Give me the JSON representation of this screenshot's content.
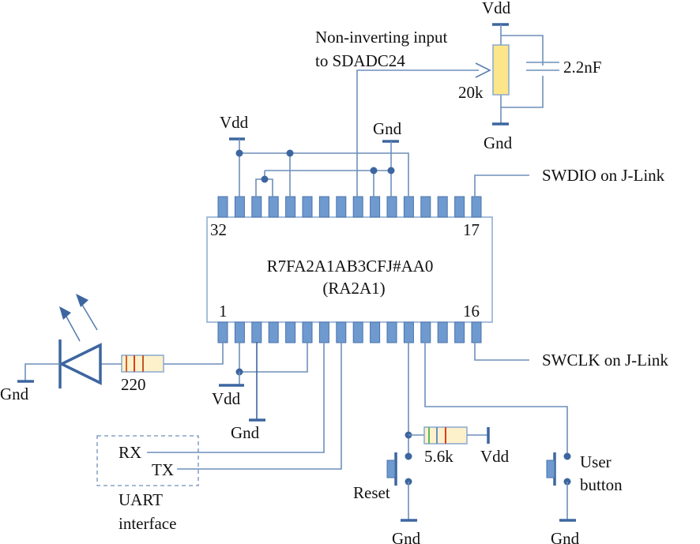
{
  "chip": {
    "part_number": "R7FA2A1AB3CFJ#AA0",
    "family": "(RA2A1)",
    "pin_labels": {
      "top_left": "32",
      "top_right": "17",
      "bottom_left": "1",
      "bottom_right": "16"
    },
    "pins_per_side": 16
  },
  "labels": {
    "non_inverting_line1": "Non-inverting input",
    "non_inverting_line2": "to SDADC24",
    "pot_value": "20k",
    "cap_value": "2.2nF",
    "swdio": "SWDIO on J-Link",
    "swclk": "SWCLK on J-Link",
    "led_resistor": "220",
    "reset_resistor": "5.6k",
    "uart_rx": "RX",
    "uart_tx": "TX",
    "uart_line1": "UART",
    "uart_line2": "interface",
    "reset": "Reset",
    "user_line1": "User",
    "user_line2": "button"
  },
  "power": {
    "vdd": "Vdd",
    "gnd": "Gnd"
  },
  "colors": {
    "wire": "#6d8fba",
    "pin_fill": "#6e9ad0",
    "pot_fill": "#fde68a",
    "resistor_fill": "#fdf1cc",
    "band_red": "#e23a1a",
    "band_orange": "#d4602a",
    "band_green": "#5cb85c",
    "band_blue": "#6d8fba"
  }
}
